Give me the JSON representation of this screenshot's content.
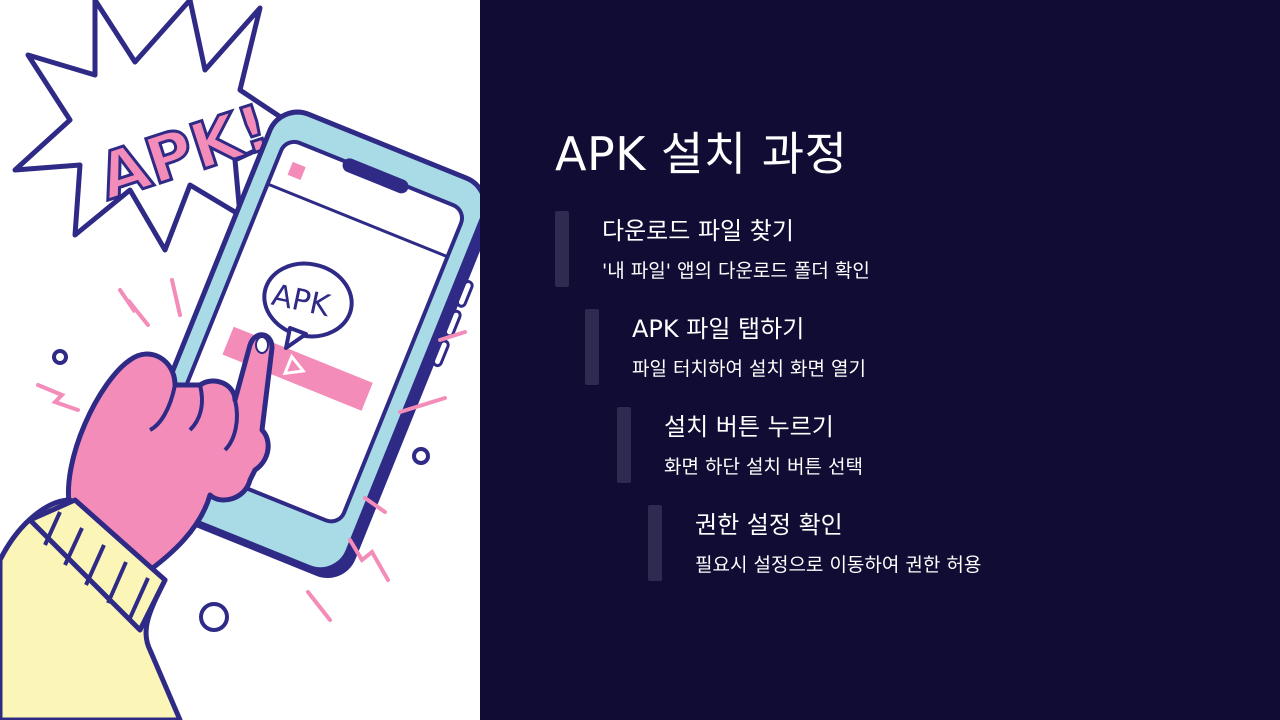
{
  "illustration": {
    "burst_text": "APK!",
    "bubble_text": "APK",
    "colors": {
      "navy": "#2e2a86",
      "pink": "#f48cba",
      "phone_blue": "#a9dbe6",
      "sleeve_yellow": "#fbf6b8"
    }
  },
  "slide": {
    "title": "APK 설치 과정",
    "background": "#110c33",
    "steps": [
      {
        "title": "다운로드 파일 찾기",
        "desc": "'내 파일' 앱의 다운로드 폴더 확인"
      },
      {
        "title": "APK 파일 탭하기",
        "desc": "파일 터치하여 설치 화면 열기"
      },
      {
        "title": "설치 버튼 누르기",
        "desc": "화면 하단 설치 버튼 선택"
      },
      {
        "title": "권한 설정 확인",
        "desc": "필요시 설정으로 이동하여 권한 허용"
      }
    ]
  }
}
